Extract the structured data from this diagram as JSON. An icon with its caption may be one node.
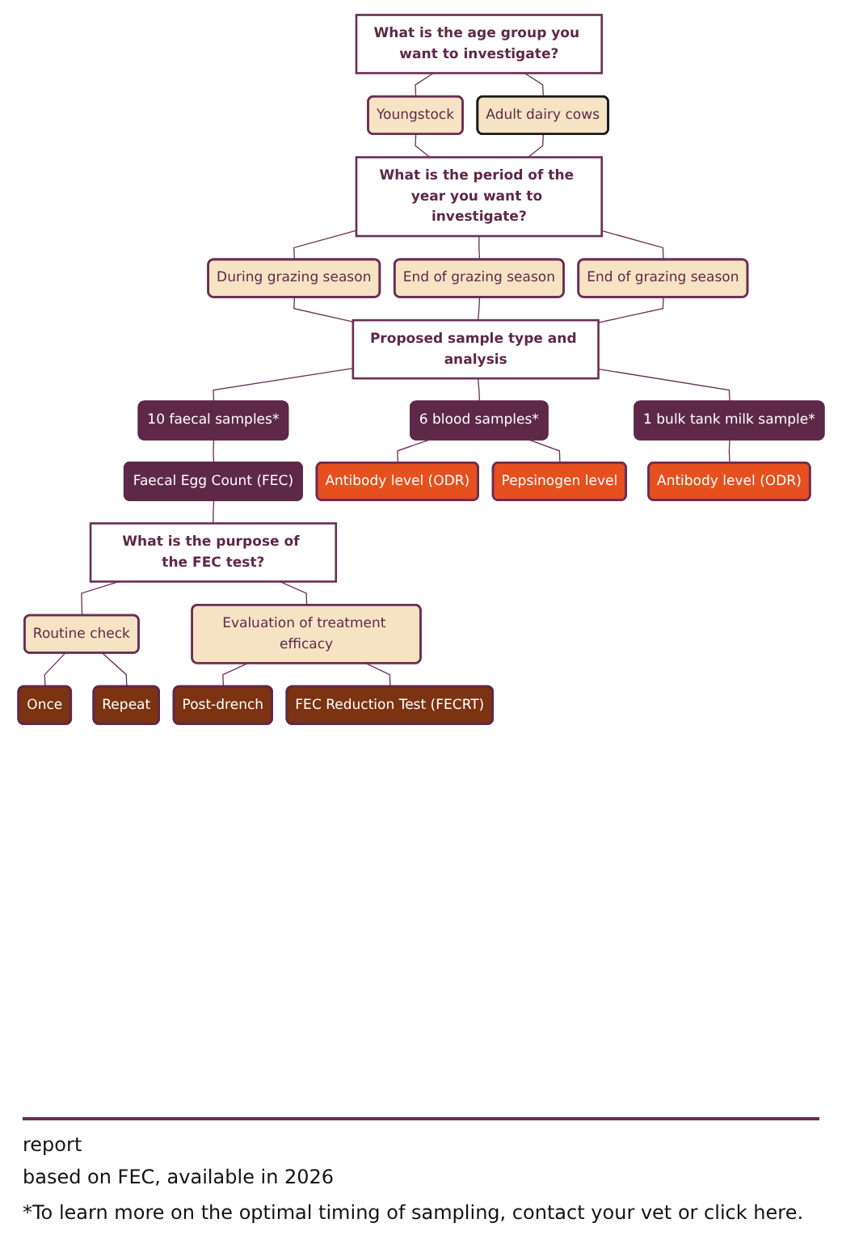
{
  "diagram": {
    "caption": "*To learn more on the optimal timing of sampling, contact your vet or click here.",
    "nodes": [
      {
        "text": [
          "What is the age group you want to investigate?"
        ]
      },
      {
        "text": [
          "Youngstock"
        ]
      },
      {
        "text": [
          "Adult dairy cows"
        ]
      },
      {
        "text": [
          "What is the period of the year you want to investigate?"
        ]
      },
      {
        "text": [
          "During grazing season"
        ]
      },
      {
        "text": [
          "End of grazing season"
        ]
      },
      {
        "text": [
          "End of grazing season"
        ]
      },
      {
        "text": [
          "Proposed sample type and analysis"
        ]
      },
      {
        "text": [
          "10 faecal samples*"
        ]
      },
      {
        "text": [
          "6 blood samples*"
        ]
      },
      {
        "text": [
          "1 bulk tank milk sample*"
        ]
      },
      {
        "text": [
          "Faecal Egg Count (FEC)"
        ]
      },
      {
        "text": [
          "Antibody level (ODR)"
        ]
      },
      {
        "text": [
          "Pepsinogen level"
        ]
      },
      {
        "text": [
          "Antibody level (ODR)"
        ]
      },
      {
        "text": [
          "What is the purpose of the FEC test?"
        ]
      },
      {
        "text": [
          "Routine check"
        ]
      },
      {
        "text": [
          "Evaluation of treatment efficacy"
        ]
      },
      {
        "text": [
          "Once"
        ]
      },
      {
        "text": [
          "Repeat"
        ]
      },
      {
        "text": [
          "Post-drench"
        ]
      },
      {
        "text": [
          "FEC Reduction Test (FECRT)"
        ]
      }
    ],
    "edges": [
      {
        "from": 0,
        "to": 1,
        "arrow": "none"
      },
      {
        "from": 0,
        "to": 2,
        "arrow": "none"
      },
      {
        "from": 1,
        "to": 3,
        "arrow": "none"
      },
      {
        "from": 2,
        "to": 3,
        "arrow": "none"
      },
      {
        "from": 3,
        "to": 4,
        "arrow": "none"
      },
      {
        "from": 3,
        "to": 5,
        "arrow": "none"
      },
      {
        "from": 3,
        "to": 6,
        "arrow": "none"
      },
      {
        "from": 4,
        "to": 7,
        "arrow": "none"
      },
      {
        "from": 5,
        "to": 7,
        "arrow": "none"
      },
      {
        "from": 6,
        "to": 7,
        "arrow": "none"
      },
      {
        "from": 7,
        "to": 8,
        "arrow": "none"
      },
      {
        "from": 7,
        "to": 9,
        "arrow": "none"
      },
      {
        "from": 7,
        "to": 10,
        "arrow": "none"
      },
      {
        "from": 8,
        "to": 11,
        "arrow": "none"
      },
      {
        "from": 9,
        "to": 12,
        "arrow": "none"
      },
      {
        "from": 9,
        "to": 13,
        "arrow": "none"
      },
      {
        "from": 10,
        "to": 14,
        "arrow": "none"
      },
      {
        "from": 11,
        "to": 15,
        "arrow": "none"
      },
      {
        "from": 15,
        "to": 16,
        "arrow": "none"
      },
      {
        "from": 15,
        "to": 17,
        "arrow": "none"
      },
      {
        "from": 16,
        "to": 18,
        "arrow": "none"
      },
      {
        "from": 16,
        "to": 19,
        "arrow": "none"
      },
      {
        "from": 17,
        "to": 20,
        "arrow": "none"
      },
      {
        "from": 17,
        "to": 21,
        "arrow": "none"
      }
    ],
    "labels": [
      "report",
      "based on FEC, available in 2026"
    ]
  }
}
